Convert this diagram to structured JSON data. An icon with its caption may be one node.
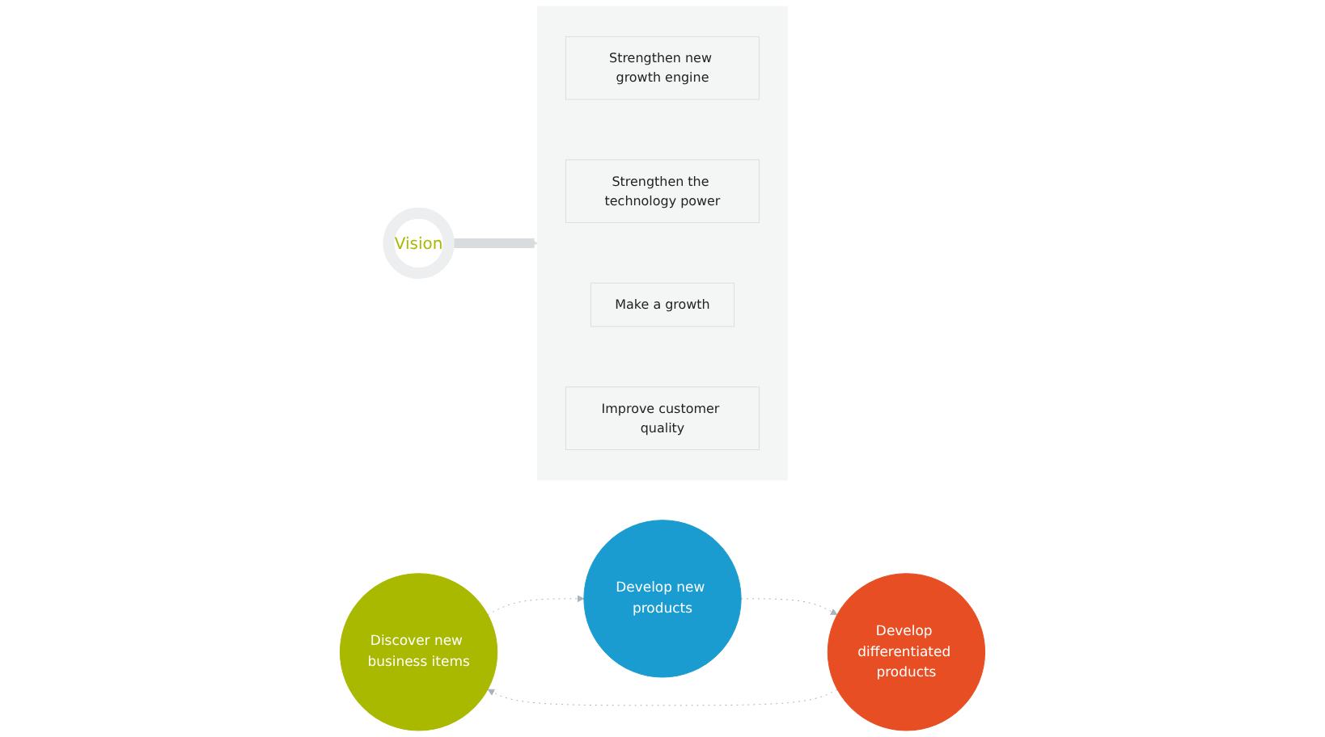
{
  "diagram": {
    "nodes": [
      {
        "text": [
          "Discover new business items"
        ]
      },
      {
        "text": [
          "Develop new products"
        ]
      },
      {
        "text": [
          "Develop differentiated products"
        ]
      },
      {
        "text": [
          "Vision"
        ]
      },
      {
        "text": [],
        "shape": "box"
      },
      {
        "text": [
          "Strengthen new growth engine"
        ],
        "in": 4
      },
      {
        "text": [
          "Strengthen the technology power"
        ],
        "in": 4
      },
      {
        "text": [
          "Make a growth"
        ],
        "in": 4
      },
      {
        "text": [
          "Improve customer quality"
        ],
        "in": 4
      }
    ],
    "edges": [
      {
        "from": 0,
        "to": 1,
        "arrow": "to",
        "style": "dashed"
      },
      {
        "from": 1,
        "to": 2,
        "arrow": "to",
        "style": "dashed"
      },
      {
        "from": 2,
        "to": 0,
        "arrow": "to",
        "style": "dashed"
      },
      {
        "from": 3,
        "to": 4,
        "arrow": "to",
        "style": "thick",
        "color": "#d9dcde"
      }
    ]
  }
}
